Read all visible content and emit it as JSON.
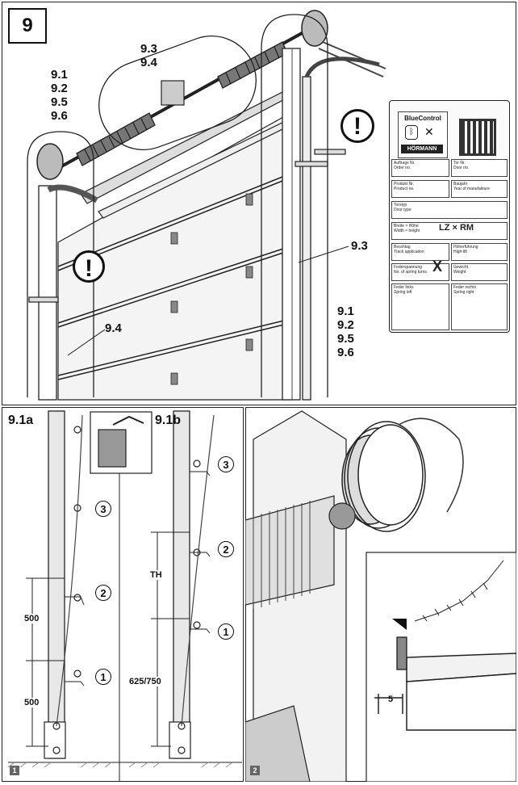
{
  "main": {
    "step": "9",
    "labels_left": [
      "9.1",
      "9.2",
      "9.5",
      "9.6"
    ],
    "labels_top": [
      "9.3",
      "9.4"
    ],
    "label_93": "9.3",
    "label_94": "9.4",
    "labels_right": [
      "9.1",
      "9.2",
      "9.5",
      "9.6"
    ],
    "warning_symbol": "!"
  },
  "plate": {
    "brand": "BlueControl",
    "maker": "HÖRMANN",
    "cells": [
      {
        "de": "Auftrags Nr.",
        "en": "Order no."
      },
      {
        "de": "Tor Nr.",
        "en": "Door no."
      },
      {
        "de": "Produkt Nr.",
        "en": "Product no."
      },
      {
        "de": "Baujahr",
        "en": "Year of manufakture"
      },
      {
        "de": "Torstyp",
        "en": "Door type"
      },
      {
        "de": "Breite × Höhe",
        "en": "Width × height"
      },
      {
        "de": "Beschlag",
        "en": "Track application"
      },
      {
        "de": "Höherführung",
        "en": "High-lift"
      },
      {
        "de": "Federspannung",
        "en": "No. of spring turns"
      },
      {
        "de": "Gewicht",
        "en": "Weight"
      },
      {
        "de": "Feder links",
        "en": "Spring left"
      },
      {
        "de": "Feder rechts",
        "en": "Spring right"
      }
    ],
    "size_value": "LZ × RM",
    "x_mark": "X"
  },
  "bottom": {
    "label_a": "9.1a",
    "label_b": "9.1b",
    "circle_a": [
      "3",
      "2",
      "1"
    ],
    "circle_b": [
      "3",
      "2",
      "1"
    ],
    "dim_a1": "500",
    "dim_a2": "500",
    "dim_th": "TH",
    "dim_b": "625/750",
    "dim_5": "5",
    "panel1": "1",
    "panel2": "2"
  }
}
